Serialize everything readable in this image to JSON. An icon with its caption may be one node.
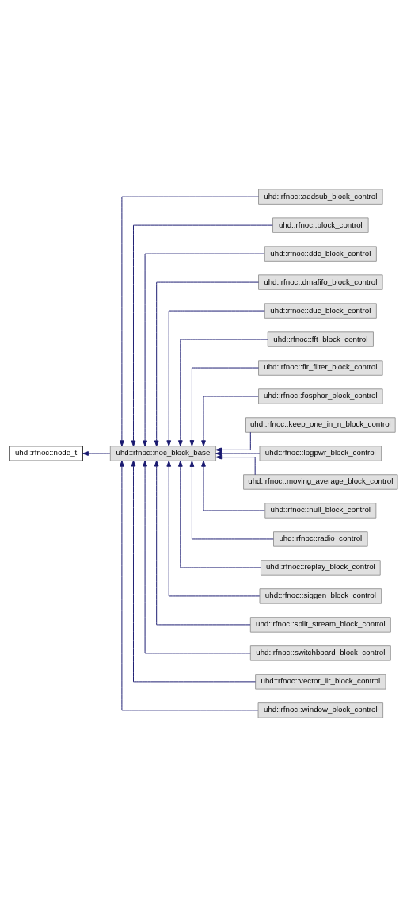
{
  "diagram": {
    "nodes": [
      {
        "text": [
          "uhd::rfnoc::node_t"
        ]
      },
      {
        "text": [
          "uhd::rfnoc::noc_block_base"
        ]
      },
      {
        "text": [
          "uhd::rfnoc::addsub_block_control"
        ]
      },
      {
        "text": [
          "uhd::rfnoc::block_control"
        ]
      },
      {
        "text": [
          "uhd::rfnoc::ddc_block_control"
        ]
      },
      {
        "text": [
          "uhd::rfnoc::dmafifo_block_control"
        ]
      },
      {
        "text": [
          "uhd::rfnoc::duc_block_control"
        ]
      },
      {
        "text": [
          "uhd::rfnoc::fft_block_control"
        ]
      },
      {
        "text": [
          "uhd::rfnoc::fir_filter_block_control"
        ]
      },
      {
        "text": [
          "uhd::rfnoc::fosphor_block_control"
        ]
      },
      {
        "text": [
          "uhd::rfnoc::keep_one_in_n_block_control"
        ]
      },
      {
        "text": [
          "uhd::rfnoc::logpwr_block_control"
        ]
      },
      {
        "text": [
          "uhd::rfnoc::moving_average_block_control"
        ]
      },
      {
        "text": [
          "uhd::rfnoc::null_block_control"
        ]
      },
      {
        "text": [
          "uhd::rfnoc::radio_control"
        ]
      },
      {
        "text": [
          "uhd::rfnoc::replay_block_control"
        ]
      },
      {
        "text": [
          "uhd::rfnoc::siggen_block_control"
        ]
      },
      {
        "text": [
          "uhd::rfnoc::split_stream_block_control"
        ]
      },
      {
        "text": [
          "uhd::rfnoc::switchboard_block_control"
        ]
      },
      {
        "text": [
          "uhd::rfnoc::vector_iir_block_control"
        ]
      },
      {
        "text": [
          "uhd::rfnoc::window_block_control"
        ]
      }
    ],
    "edges": [
      {
        "from": 1,
        "to": 0,
        "arrow": "to"
      },
      {
        "from": 2,
        "to": 1,
        "arrow": "to"
      },
      {
        "from": 3,
        "to": 1,
        "arrow": "to"
      },
      {
        "from": 4,
        "to": 1,
        "arrow": "to"
      },
      {
        "from": 5,
        "to": 1,
        "arrow": "to"
      },
      {
        "from": 6,
        "to": 1,
        "arrow": "to"
      },
      {
        "from": 7,
        "to": 1,
        "arrow": "to"
      },
      {
        "from": 8,
        "to": 1,
        "arrow": "to"
      },
      {
        "from": 9,
        "to": 1,
        "arrow": "to"
      },
      {
        "from": 10,
        "to": 1,
        "arrow": "to"
      },
      {
        "from": 11,
        "to": 1,
        "arrow": "to"
      },
      {
        "from": 12,
        "to": 1,
        "arrow": "to"
      },
      {
        "from": 13,
        "to": 1,
        "arrow": "to"
      },
      {
        "from": 14,
        "to": 1,
        "arrow": "to"
      },
      {
        "from": 15,
        "to": 1,
        "arrow": "to"
      },
      {
        "from": 16,
        "to": 1,
        "arrow": "to"
      },
      {
        "from": 17,
        "to": 1,
        "arrow": "to"
      },
      {
        "from": 18,
        "to": 1,
        "arrow": "to"
      },
      {
        "from": 19,
        "to": 1,
        "arrow": "to"
      },
      {
        "from": 20,
        "to": 1,
        "arrow": "to"
      }
    ]
  }
}
